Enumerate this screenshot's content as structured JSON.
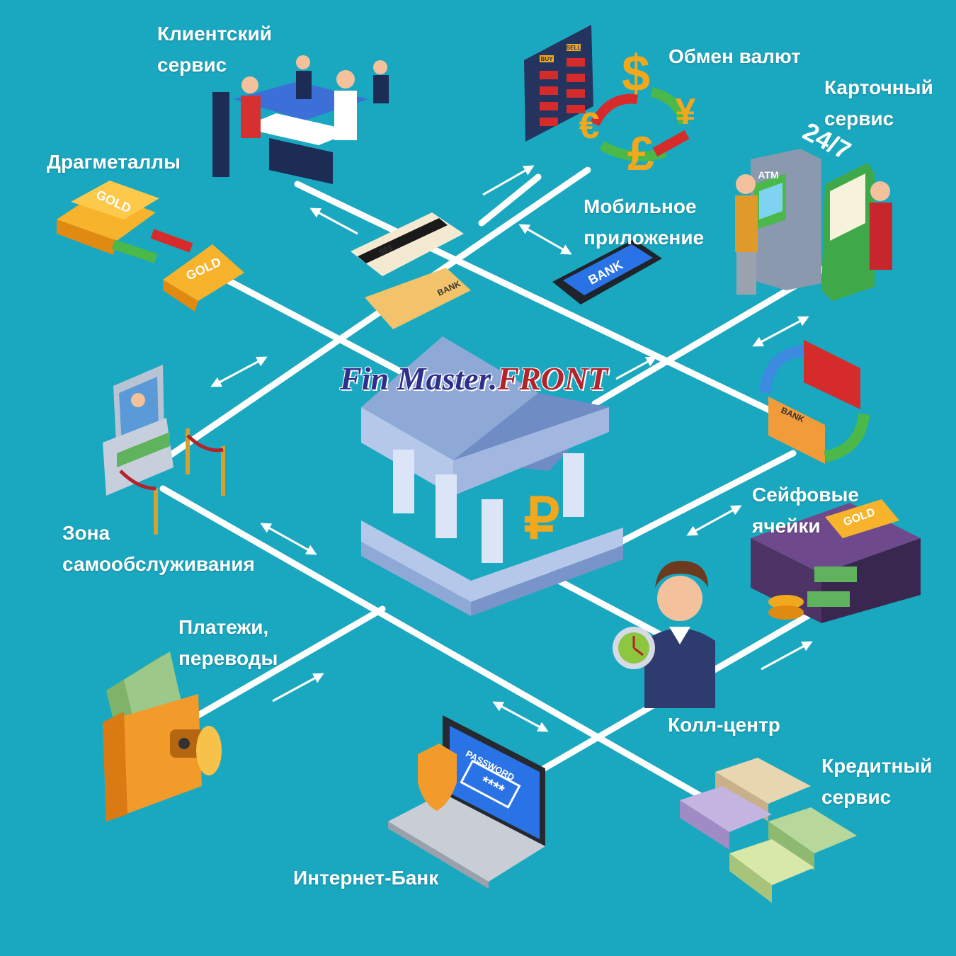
{
  "brand": {
    "part1": "Fin",
    "part2": "Master.",
    "part3": "FRONT"
  },
  "colors": {
    "background": "#1aa8c0",
    "connector": "#ffffff",
    "brand_blue": "#2d2f8a",
    "brand_red": "#b3232b",
    "gold": "#f2a81d"
  },
  "services": {
    "client": {
      "line1": "Клиентский",
      "line2": "сервис",
      "icon": "client-service-desk-icon"
    },
    "exchange": {
      "line1": "Обмен валют",
      "icon": "currency-exchange-icon"
    },
    "card": {
      "line1": "Карточный",
      "line2": "сервис",
      "icon": "atm-terminal-icon"
    },
    "metals": {
      "line1": "Драгметаллы",
      "icon": "gold-bars-icon"
    },
    "mobile": {
      "line1": "Мобильное",
      "line2": "приложение",
      "icon": "bank-smartphone-icon"
    },
    "selfzone": {
      "line1": "Зона",
      "line2": "самообслуживания",
      "icon": "self-service-kiosk-icon"
    },
    "safe": {
      "line1": "Сейфовые",
      "line2": "ячейки",
      "icon": "safe-deposit-box-icon"
    },
    "payments": {
      "line1": "Платежи,",
      "line2": "переводы",
      "icon": "wallet-icon"
    },
    "callcenter": {
      "line1": "Колл-центр",
      "icon": "call-center-operator-icon"
    },
    "credit": {
      "line1": "Кредитный",
      "line2": "сервис",
      "icon": "money-stacks-icon"
    },
    "internet": {
      "line1": "Интернет-Банк",
      "icon": "laptop-password-icon"
    }
  },
  "artwork_text": {
    "atm_sign": "ATM",
    "hours": "24/7",
    "gold": "GOLD",
    "bank": "BANK",
    "password": "PASSWORD",
    "password_mask": "****",
    "card_number": "503",
    "board_buy": "BUY",
    "board_sell": "SELL",
    "ruble": "₽",
    "dollar": "$",
    "euro": "€",
    "pound": "£",
    "yen": "¥"
  }
}
